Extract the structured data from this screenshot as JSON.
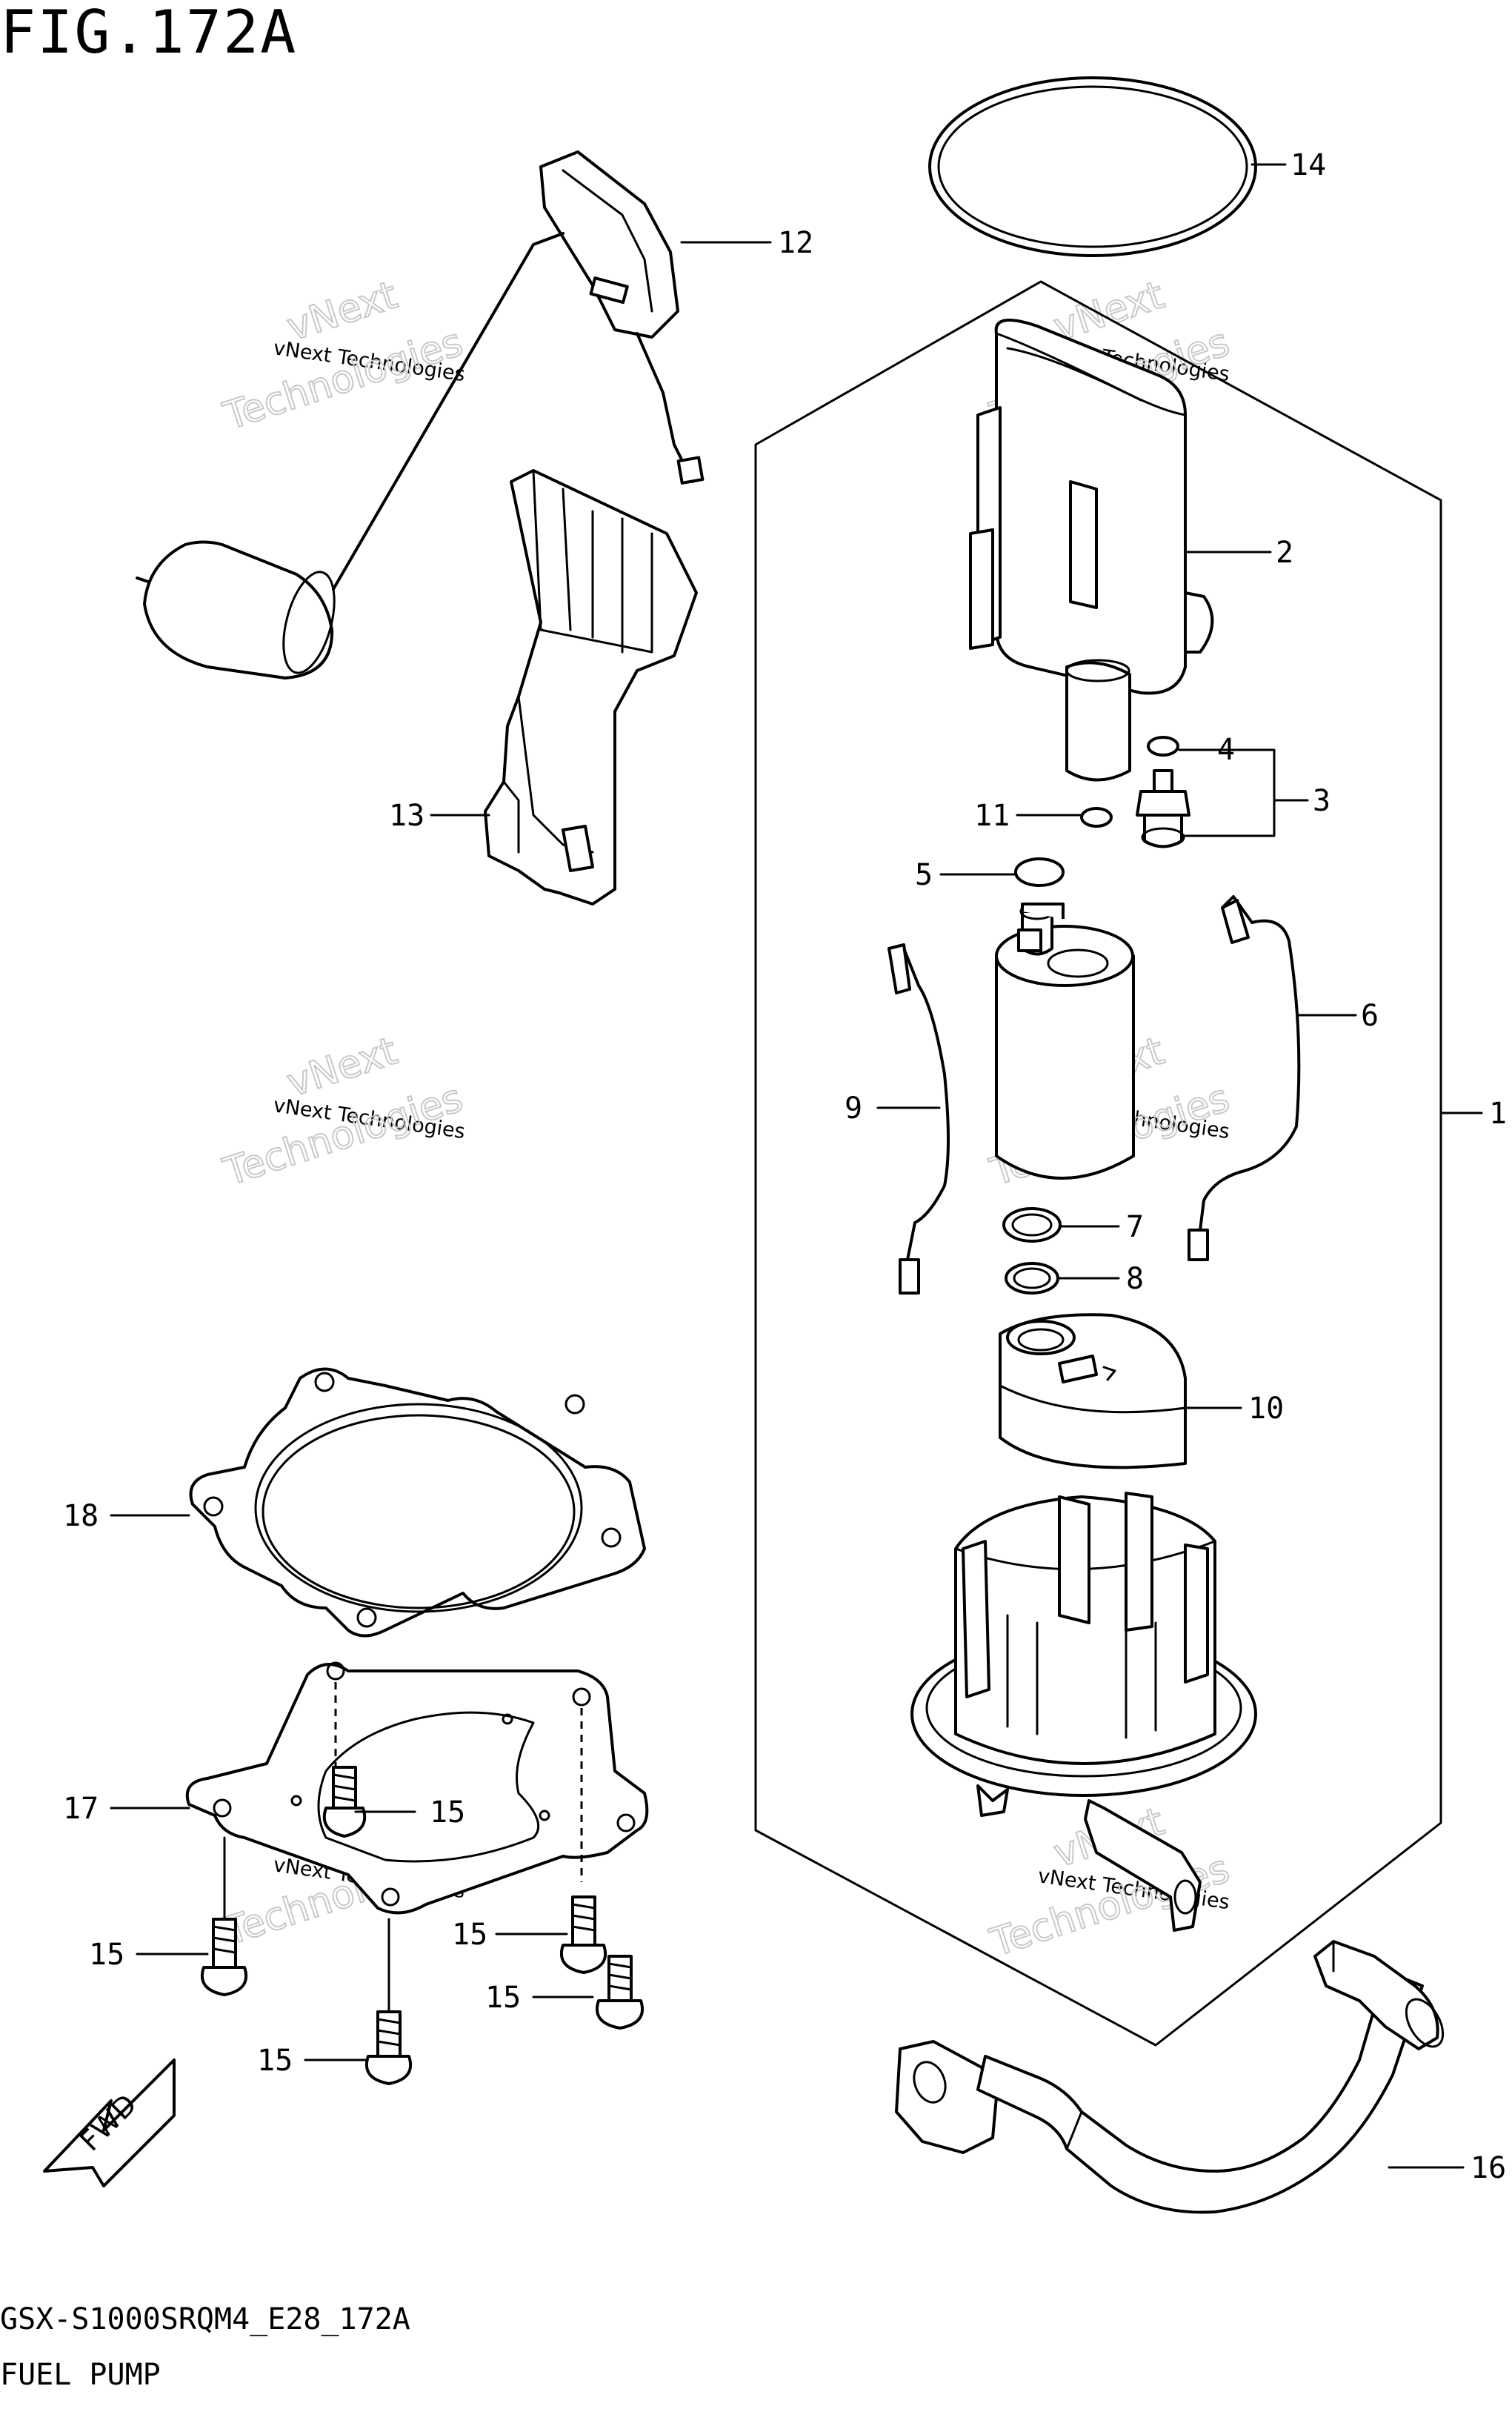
{
  "header": {
    "figure_title": "FIG.172A"
  },
  "footer": {
    "model_code": "GSX-S1000SRQM4_E28_172A",
    "caption": "FUEL PUMP"
  },
  "watermark": {
    "line1": "vNext Technologies",
    "line2": "vNext",
    "line3": "Technologies"
  },
  "fwd_arrow": {
    "label": "FWD"
  },
  "callouts": {
    "c1": "1",
    "c2": "2",
    "c3": "3",
    "c4": "4",
    "c5": "5",
    "c6": "6",
    "c7": "7",
    "c8": "8",
    "c9": "9",
    "c10": "10",
    "c11": "11",
    "c12": "12",
    "c13": "13",
    "c14": "14",
    "c15a": "15",
    "c15b": "15",
    "c15c": "15",
    "c15d": "15",
    "c15e": "15",
    "c16": "16",
    "c17": "17",
    "c18": "18"
  }
}
